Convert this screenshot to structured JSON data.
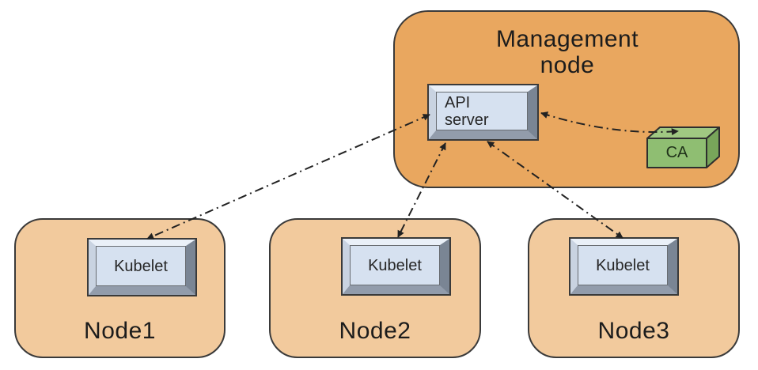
{
  "management_node": {
    "label": "Management node",
    "api_server_label": "API\nserver",
    "ca_label": "CA"
  },
  "nodes": [
    {
      "label": "Node1",
      "kubelet_label": "Kubelet"
    },
    {
      "label": "Node2",
      "kubelet_label": "Kubelet"
    },
    {
      "label": "Node3",
      "kubelet_label": "Kubelet"
    }
  ],
  "connections": [
    {
      "from": "api-server",
      "to": "kubelet-node1",
      "style": "dash-dot",
      "bidirectional": true
    },
    {
      "from": "api-server",
      "to": "kubelet-node2",
      "style": "dash-dot",
      "bidirectional": true
    },
    {
      "from": "api-server",
      "to": "kubelet-node3",
      "style": "dash-dot",
      "bidirectional": true
    },
    {
      "from": "api-server",
      "to": "ca",
      "style": "dash-dot",
      "bidirectional": true
    }
  ],
  "colors": {
    "management-fill": "#E9A75F",
    "node-fill": "#F2CA9D",
    "shape-outline": "#3A3A3A",
    "panel-face": "#D6E1F0",
    "bevel-top": "#EAF0F8",
    "bevel-left": "#C9D3E1",
    "bevel-right": "#7A8594",
    "bevel-bottom": "#929CAB",
    "ca-front": "#8FBE72",
    "ca-top": "#A0C882",
    "ca-side": "#78A55A",
    "arrow": "#222222",
    "text": "#1C1C1C"
  }
}
